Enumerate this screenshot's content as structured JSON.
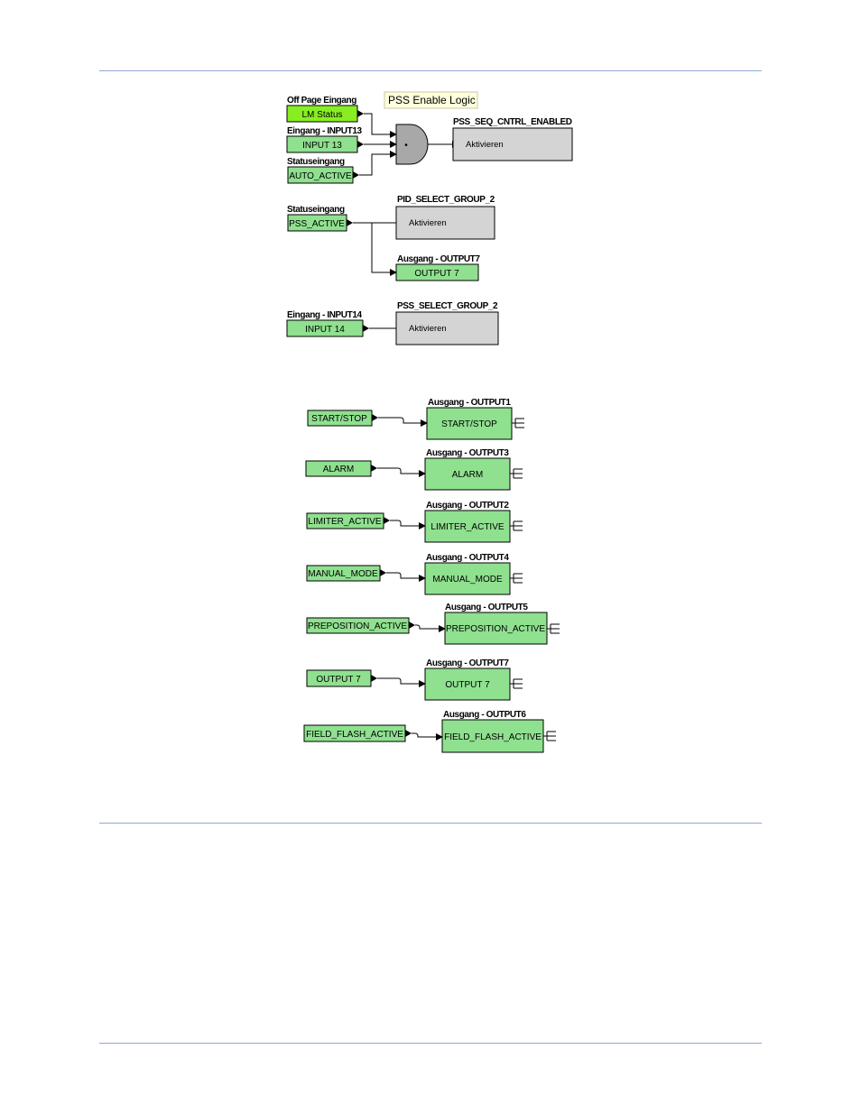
{
  "pss_logic": {
    "tooltip": "PSS Enable Logic",
    "lm_status": {
      "caption": "Off Page Eingang",
      "label": "LM Status"
    },
    "input13": {
      "caption": "Eingang - INPUT13",
      "label": "INPUT 13"
    },
    "auto_active": {
      "caption": "Statuseingang",
      "label": "AUTO_ACTIVE"
    },
    "and_gate": {
      "symbol": "•"
    },
    "seq_enabled": {
      "title": "PSS_SEQ_CNTRL_ENABLED",
      "port": "Aktivieren"
    },
    "pss_active": {
      "caption": "Statuseingang",
      "label": "PSS_ACTIVE"
    },
    "pid_group2": {
      "title": "PID_SELECT_GROUP_2",
      "port": "Aktivieren"
    },
    "output7": {
      "caption": "Ausgang - OUTPUT7",
      "label": "OUTPUT 7"
    },
    "input14": {
      "caption": "Eingang - INPUT14",
      "label": "INPUT 14"
    },
    "pss_group2": {
      "title": "PSS_SELECT_GROUP_2",
      "port": "Aktivieren"
    }
  },
  "output_logic": [
    {
      "source": "START/STOP",
      "caption": "Ausgang - OUTPUT1",
      "label": "START/STOP"
    },
    {
      "source": "ALARM",
      "caption": "Ausgang - OUTPUT3",
      "label": "ALARM"
    },
    {
      "source": "LIMITER_ACTIVE",
      "caption": "Ausgang - OUTPUT2",
      "label": "LIMITER_ACTIVE"
    },
    {
      "source": "MANUAL_MODE",
      "caption": "Ausgang - OUTPUT4",
      "label": "MANUAL_MODE"
    },
    {
      "source": "PREPOSITION_ACTIVE",
      "caption": "Ausgang - OUTPUT5",
      "label": "PREPOSITION_ACTIVE"
    },
    {
      "source": "OUTPUT 7",
      "caption": "Ausgang - OUTPUT7",
      "label": "OUTPUT 7"
    },
    {
      "source": "FIELD_FLASH_ACTIVE",
      "caption": "Ausgang - OUTPUT6",
      "label": "FIELD_FLASH_ACTIVE"
    }
  ],
  "colors": {
    "input_green": "#8fe08f",
    "offpage_lime": "#88ee22",
    "block_gray": "#d4d4d4",
    "rule_blue": "#8fa9d4"
  }
}
